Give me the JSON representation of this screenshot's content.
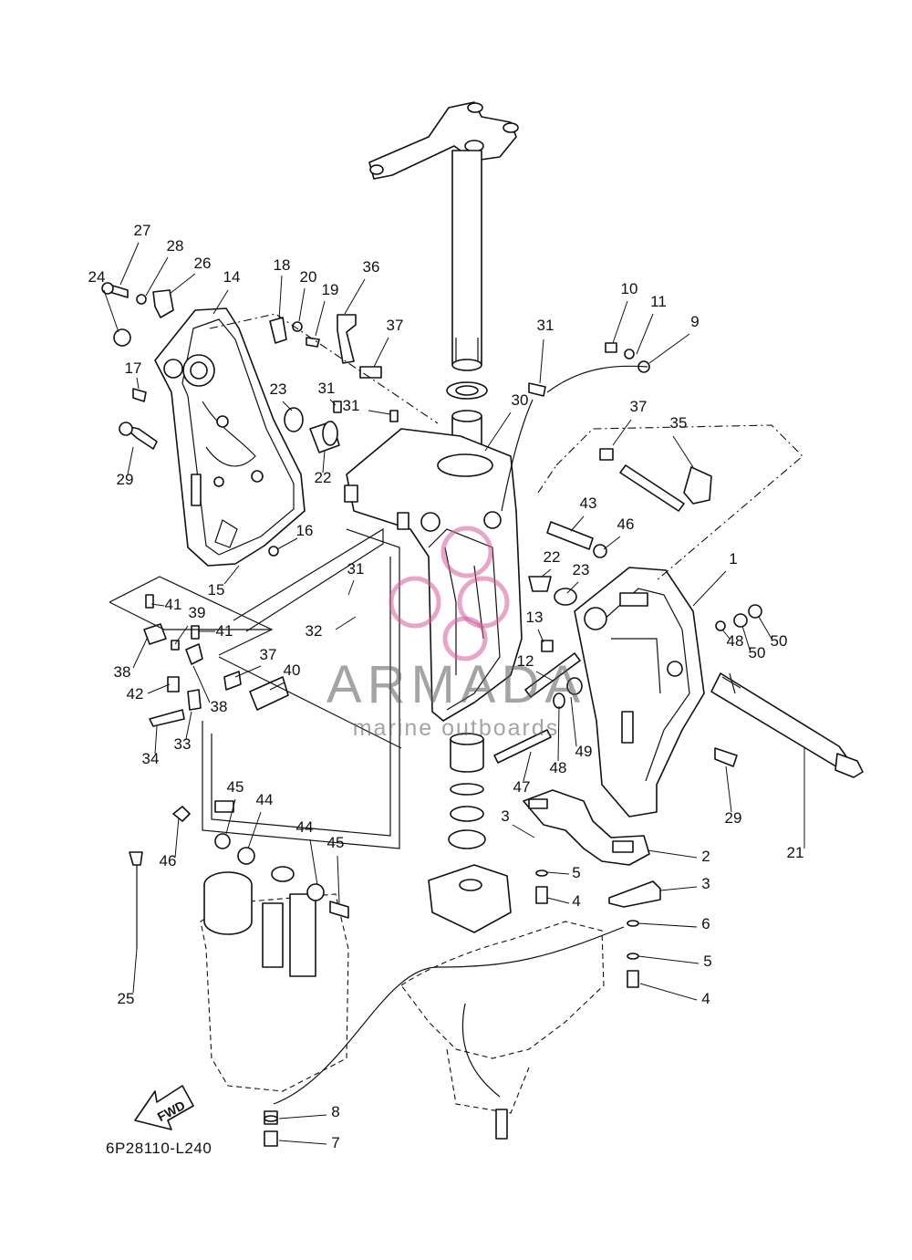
{
  "diagram": {
    "drawing_code": "6P28110-L240",
    "direction_arrow_label": "FWD",
    "watermark": {
      "brand": "ARMADA",
      "tagline": "marine outboards",
      "logo_color": "#d65b9a"
    },
    "callouts": [
      {
        "id": "c27",
        "label": "27"
      },
      {
        "id": "c28",
        "label": "28"
      },
      {
        "id": "c26",
        "label": "26"
      },
      {
        "id": "c24",
        "label": "24"
      },
      {
        "id": "c14",
        "label": "14"
      },
      {
        "id": "c17",
        "label": "17"
      },
      {
        "id": "c29a",
        "label": "29"
      },
      {
        "id": "c18",
        "label": "18"
      },
      {
        "id": "c20",
        "label": "20"
      },
      {
        "id": "c19",
        "label": "19"
      },
      {
        "id": "c36",
        "label": "36"
      },
      {
        "id": "c37a",
        "label": "37"
      },
      {
        "id": "c23a",
        "label": "23"
      },
      {
        "id": "c31a",
        "label": "31"
      },
      {
        "id": "c31b",
        "label": "31"
      },
      {
        "id": "c22a",
        "label": "22"
      },
      {
        "id": "c30",
        "label": "30"
      },
      {
        "id": "c16",
        "label": "16"
      },
      {
        "id": "c15",
        "label": "15"
      },
      {
        "id": "c31c",
        "label": "31"
      },
      {
        "id": "c10",
        "label": "10"
      },
      {
        "id": "c11",
        "label": "11"
      },
      {
        "id": "c9",
        "label": "9"
      },
      {
        "id": "c31d",
        "label": "31"
      },
      {
        "id": "c37b",
        "label": "37"
      },
      {
        "id": "c35",
        "label": "35"
      },
      {
        "id": "c43",
        "label": "43"
      },
      {
        "id": "c46a",
        "label": "46"
      },
      {
        "id": "c22b",
        "label": "22"
      },
      {
        "id": "c23b",
        "label": "23"
      },
      {
        "id": "c1",
        "label": "1"
      },
      {
        "id": "c41a",
        "label": "41"
      },
      {
        "id": "c39",
        "label": "39"
      },
      {
        "id": "c41b",
        "label": "41"
      },
      {
        "id": "c38a",
        "label": "38"
      },
      {
        "id": "c42",
        "label": "42"
      },
      {
        "id": "c38b",
        "label": "38"
      },
      {
        "id": "c37c",
        "label": "37"
      },
      {
        "id": "c40",
        "label": "40"
      },
      {
        "id": "c34",
        "label": "34"
      },
      {
        "id": "c33",
        "label": "33"
      },
      {
        "id": "c32",
        "label": "32"
      },
      {
        "id": "c13",
        "label": "13"
      },
      {
        "id": "c12",
        "label": "12"
      },
      {
        "id": "c48a",
        "label": "48"
      },
      {
        "id": "c49",
        "label": "49"
      },
      {
        "id": "c47",
        "label": "47"
      },
      {
        "id": "c48b",
        "label": "48"
      },
      {
        "id": "c50a",
        "label": "50"
      },
      {
        "id": "c50b",
        "label": "50"
      },
      {
        "id": "c29b",
        "label": "29"
      },
      {
        "id": "c21",
        "label": "21"
      },
      {
        "id": "c45a",
        "label": "45"
      },
      {
        "id": "c44a",
        "label": "44"
      },
      {
        "id": "c46b",
        "label": "46"
      },
      {
        "id": "c44b",
        "label": "44"
      },
      {
        "id": "c45b",
        "label": "45"
      },
      {
        "id": "c25",
        "label": "25"
      },
      {
        "id": "c3a",
        "label": "3"
      },
      {
        "id": "c2",
        "label": "2"
      },
      {
        "id": "c5a",
        "label": "5"
      },
      {
        "id": "c4a",
        "label": "4"
      },
      {
        "id": "c3b",
        "label": "3"
      },
      {
        "id": "c6",
        "label": "6"
      },
      {
        "id": "c5b",
        "label": "5"
      },
      {
        "id": "c4b",
        "label": "4"
      },
      {
        "id": "c8",
        "label": "8"
      },
      {
        "id": "c7",
        "label": "7"
      }
    ]
  }
}
